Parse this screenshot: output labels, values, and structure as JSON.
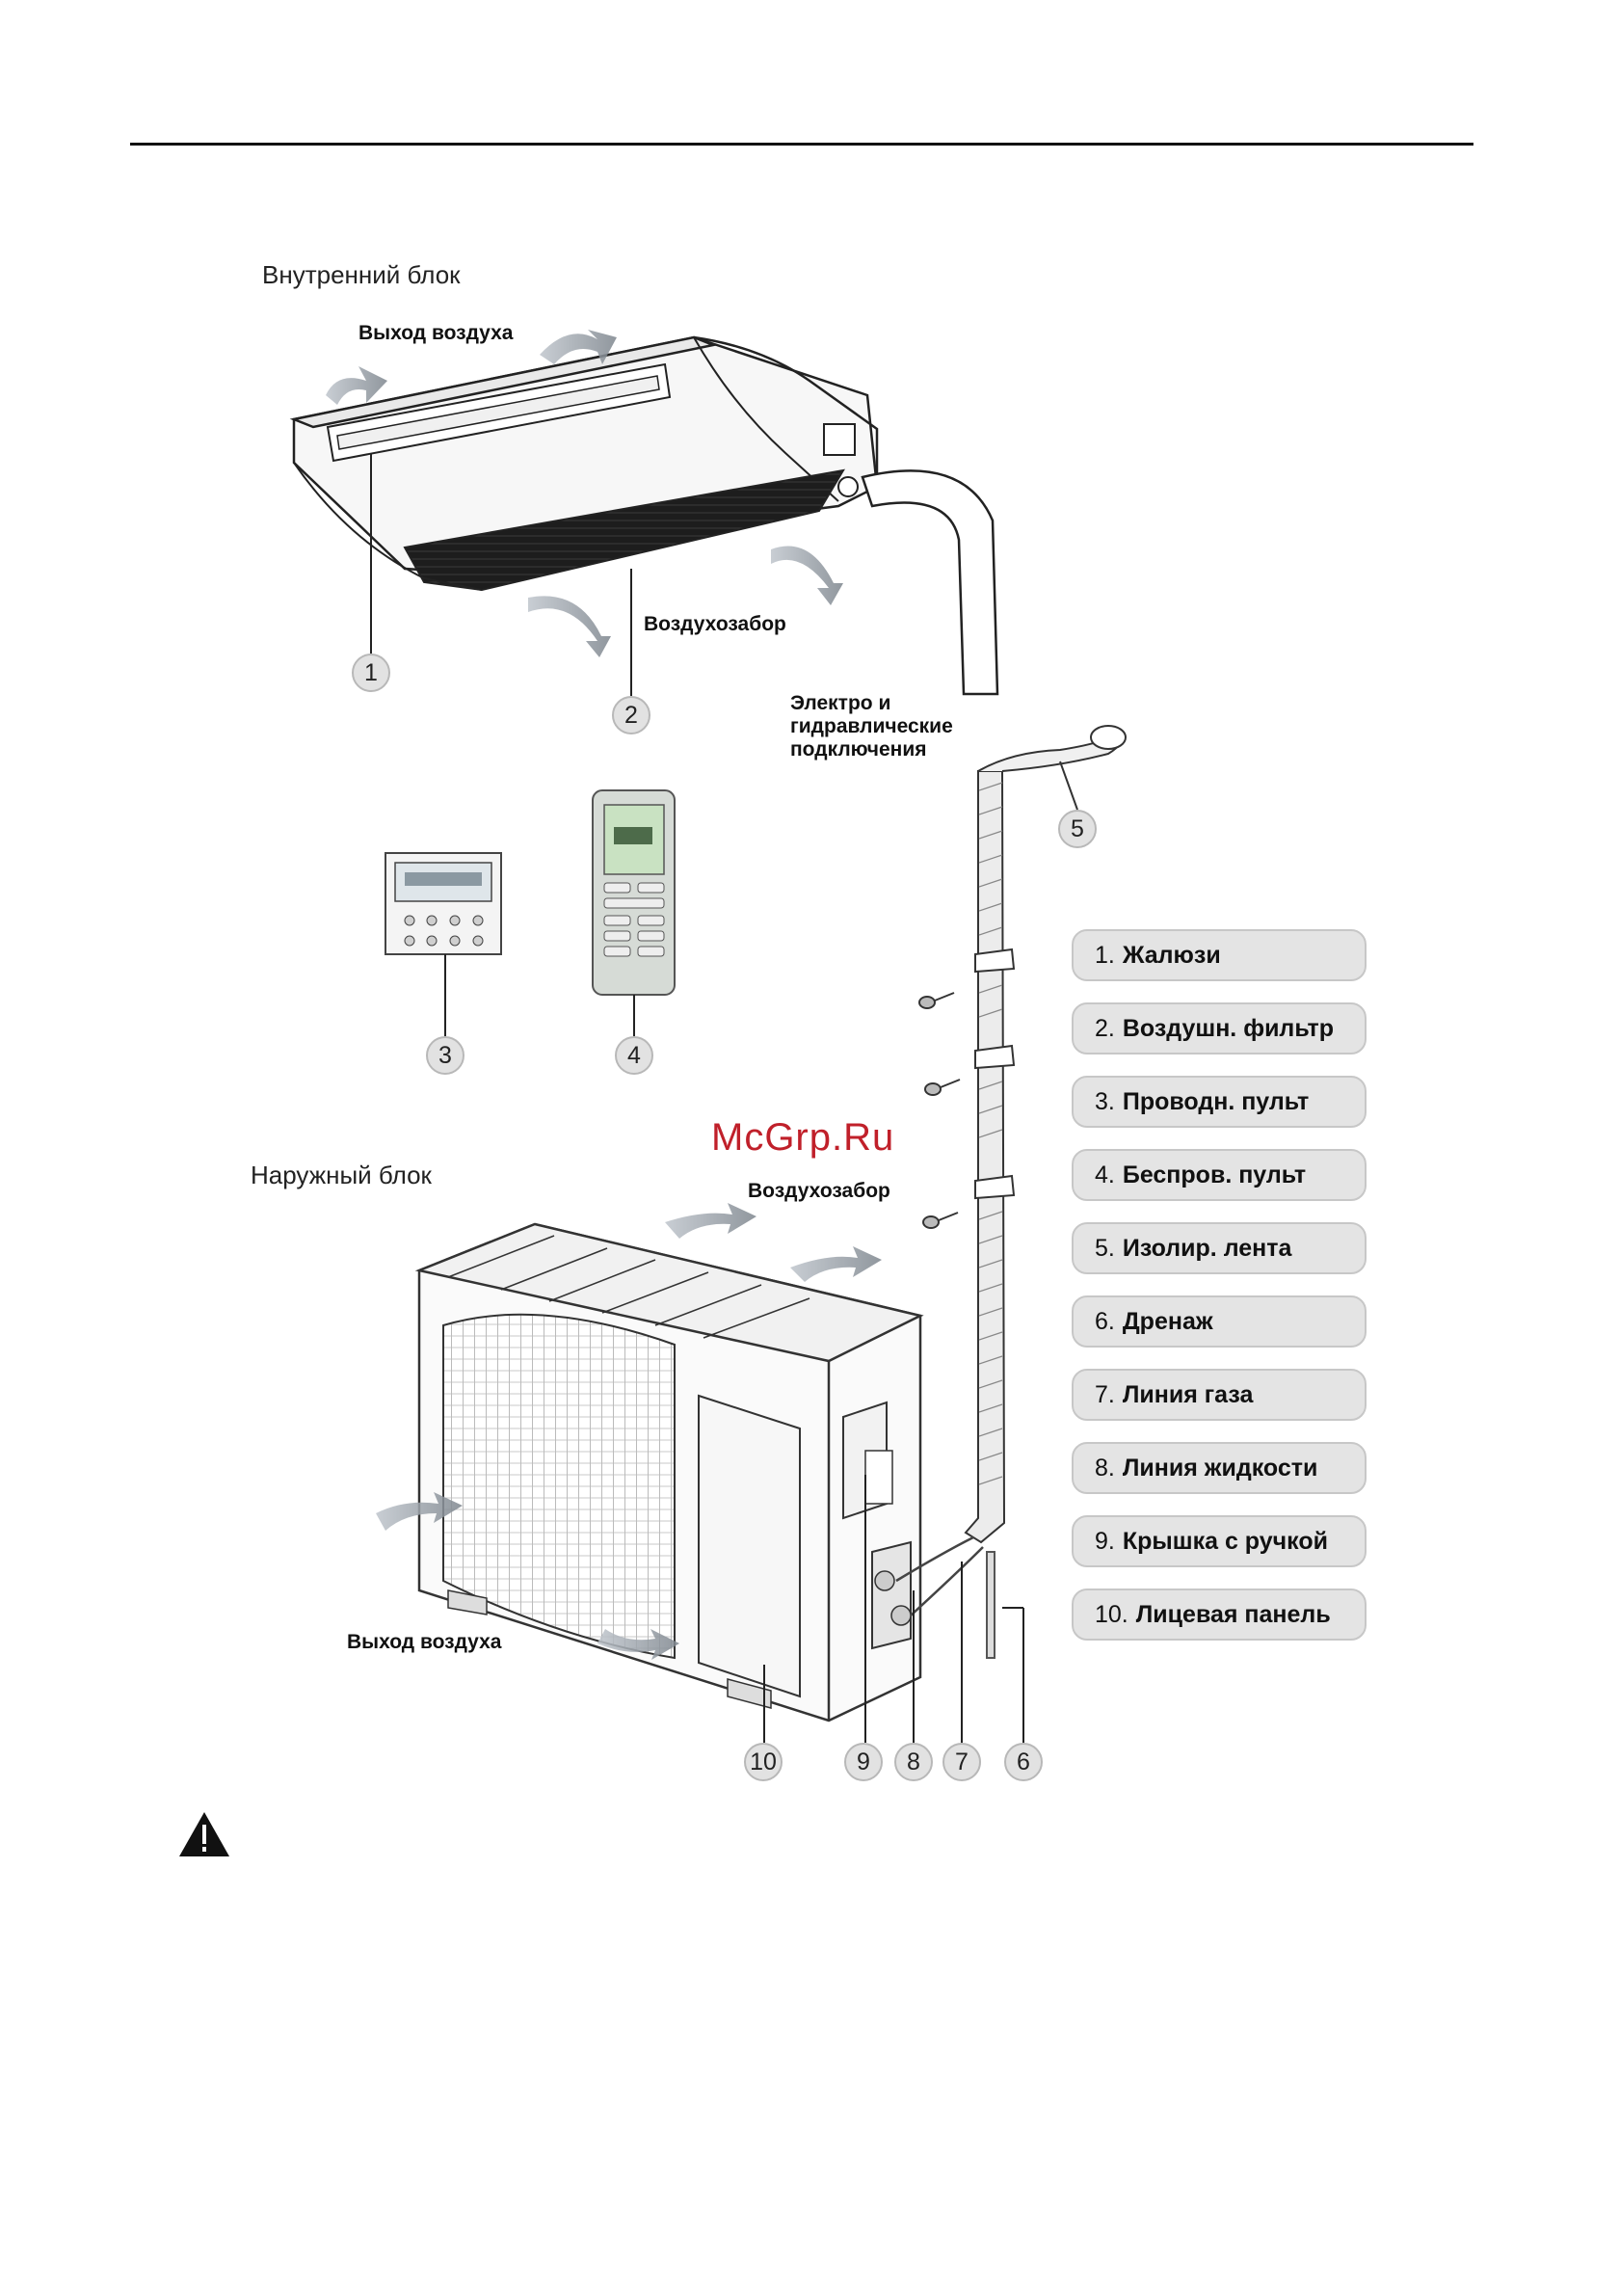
{
  "labels": {
    "indoor_title": "Внутренний блок",
    "outdoor_title": "Наружный блок",
    "indoor_air_out": "Выход воздуха",
    "indoor_air_in": "Воздухозабор",
    "connections": [
      "Электро и",
      "гидравлические",
      "подключения"
    ],
    "outdoor_air_in": "Воздухозабор",
    "outdoor_air_out": "Выход воздуха",
    "watermark": "McGrp.Ru"
  },
  "callouts": [
    "1",
    "2",
    "3",
    "4",
    "5",
    "6",
    "7",
    "8",
    "9",
    "10"
  ],
  "legend": [
    {
      "num": "1.",
      "text": "Жалюзи"
    },
    {
      "num": "2.",
      "text": "Воздушн. фильтр"
    },
    {
      "num": "3.",
      "text": "Проводн. пульт"
    },
    {
      "num": "4.",
      "text": "Беспров. пульт"
    },
    {
      "num": "5.",
      "text": "Изолир. лента"
    },
    {
      "num": "6.",
      "text": "Дренаж"
    },
    {
      "num": "7.",
      "text": "Линия газа"
    },
    {
      "num": "8.",
      "text": "Линия жидкости"
    },
    {
      "num": "9.",
      "text": "Крышка с ручкой"
    },
    {
      "num": "10.",
      "text": "Лицевая панель"
    }
  ],
  "icons": {
    "warning": "warning-triangle-icon"
  }
}
